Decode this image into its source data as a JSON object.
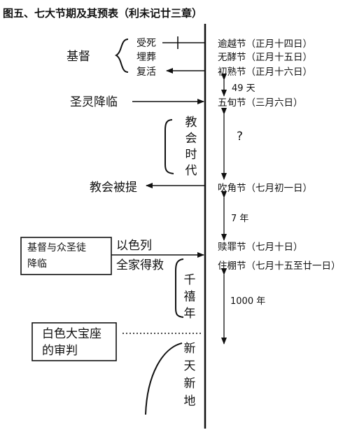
{
  "title": "图五、七大节期及其预表（利未记廿三章）",
  "feasts": {
    "passover": "逾越节（正月十四日）",
    "unleavened": "无酵节（正月十五日）",
    "firstfruits": "初熟节（正月十六日）",
    "pentecost": "五旬节（三月六日）",
    "trumpets": "吹角节（七月初一日）",
    "atonement": "赎罪节（七月十日）",
    "tabernacles": "住棚节（七月十五至廿一日）"
  },
  "christ": {
    "label": "基督",
    "suffered": "受死",
    "buried": "埋葬",
    "risen": "复活"
  },
  "gaps": {
    "days49": "49 天",
    "unknown": "?",
    "years7": "7 年",
    "years1000": "1000 年"
  },
  "events": {
    "spirit_descends": "圣灵降临",
    "church_age": "教会时代",
    "rapture": "教会被提",
    "descent_line1": "基督与众圣徒",
    "descent_line2": "降临",
    "israel": "以色列",
    "saved": "全家得救",
    "millennium": "千禧年",
    "judgment_line1": "白色大宝座",
    "judgment_line2": "的审判",
    "new_earth": "新天新地"
  }
}
